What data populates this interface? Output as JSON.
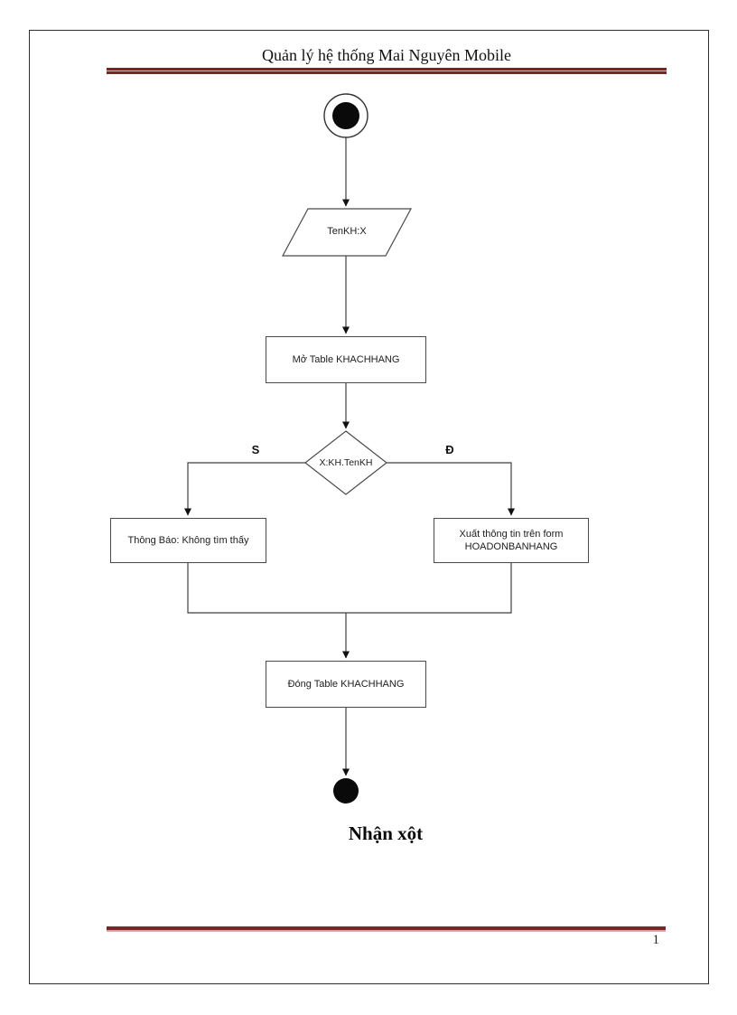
{
  "page": {
    "header": {
      "title": "Quản lý hệ thống Mai Nguyên Mobile"
    },
    "footer": {
      "page_number": "1"
    },
    "caption": "Nhận xột",
    "colors": {
      "rule_dark": "#7b2527",
      "rule_light": "#d3a9ac",
      "line": "#3f3f3f",
      "node_fill": "#0a0a0a"
    }
  },
  "flowchart": {
    "start_node": "start-state",
    "end_node": "end-state",
    "input": {
      "label": "TenKH:X"
    },
    "process_open": {
      "label": "Mở Table KHACHHANG"
    },
    "decision": {
      "label": "X:KH.TenKH",
      "no_label": "S",
      "yes_label": "Đ"
    },
    "result_not_found": {
      "label": "Thông Báo: Không tìm thấy"
    },
    "result_found": {
      "label_line1": "Xuất thông tin trên form",
      "label_line2": "HOADONBANHANG"
    },
    "process_close": {
      "label": "Đóng Table KHACHHANG"
    }
  }
}
